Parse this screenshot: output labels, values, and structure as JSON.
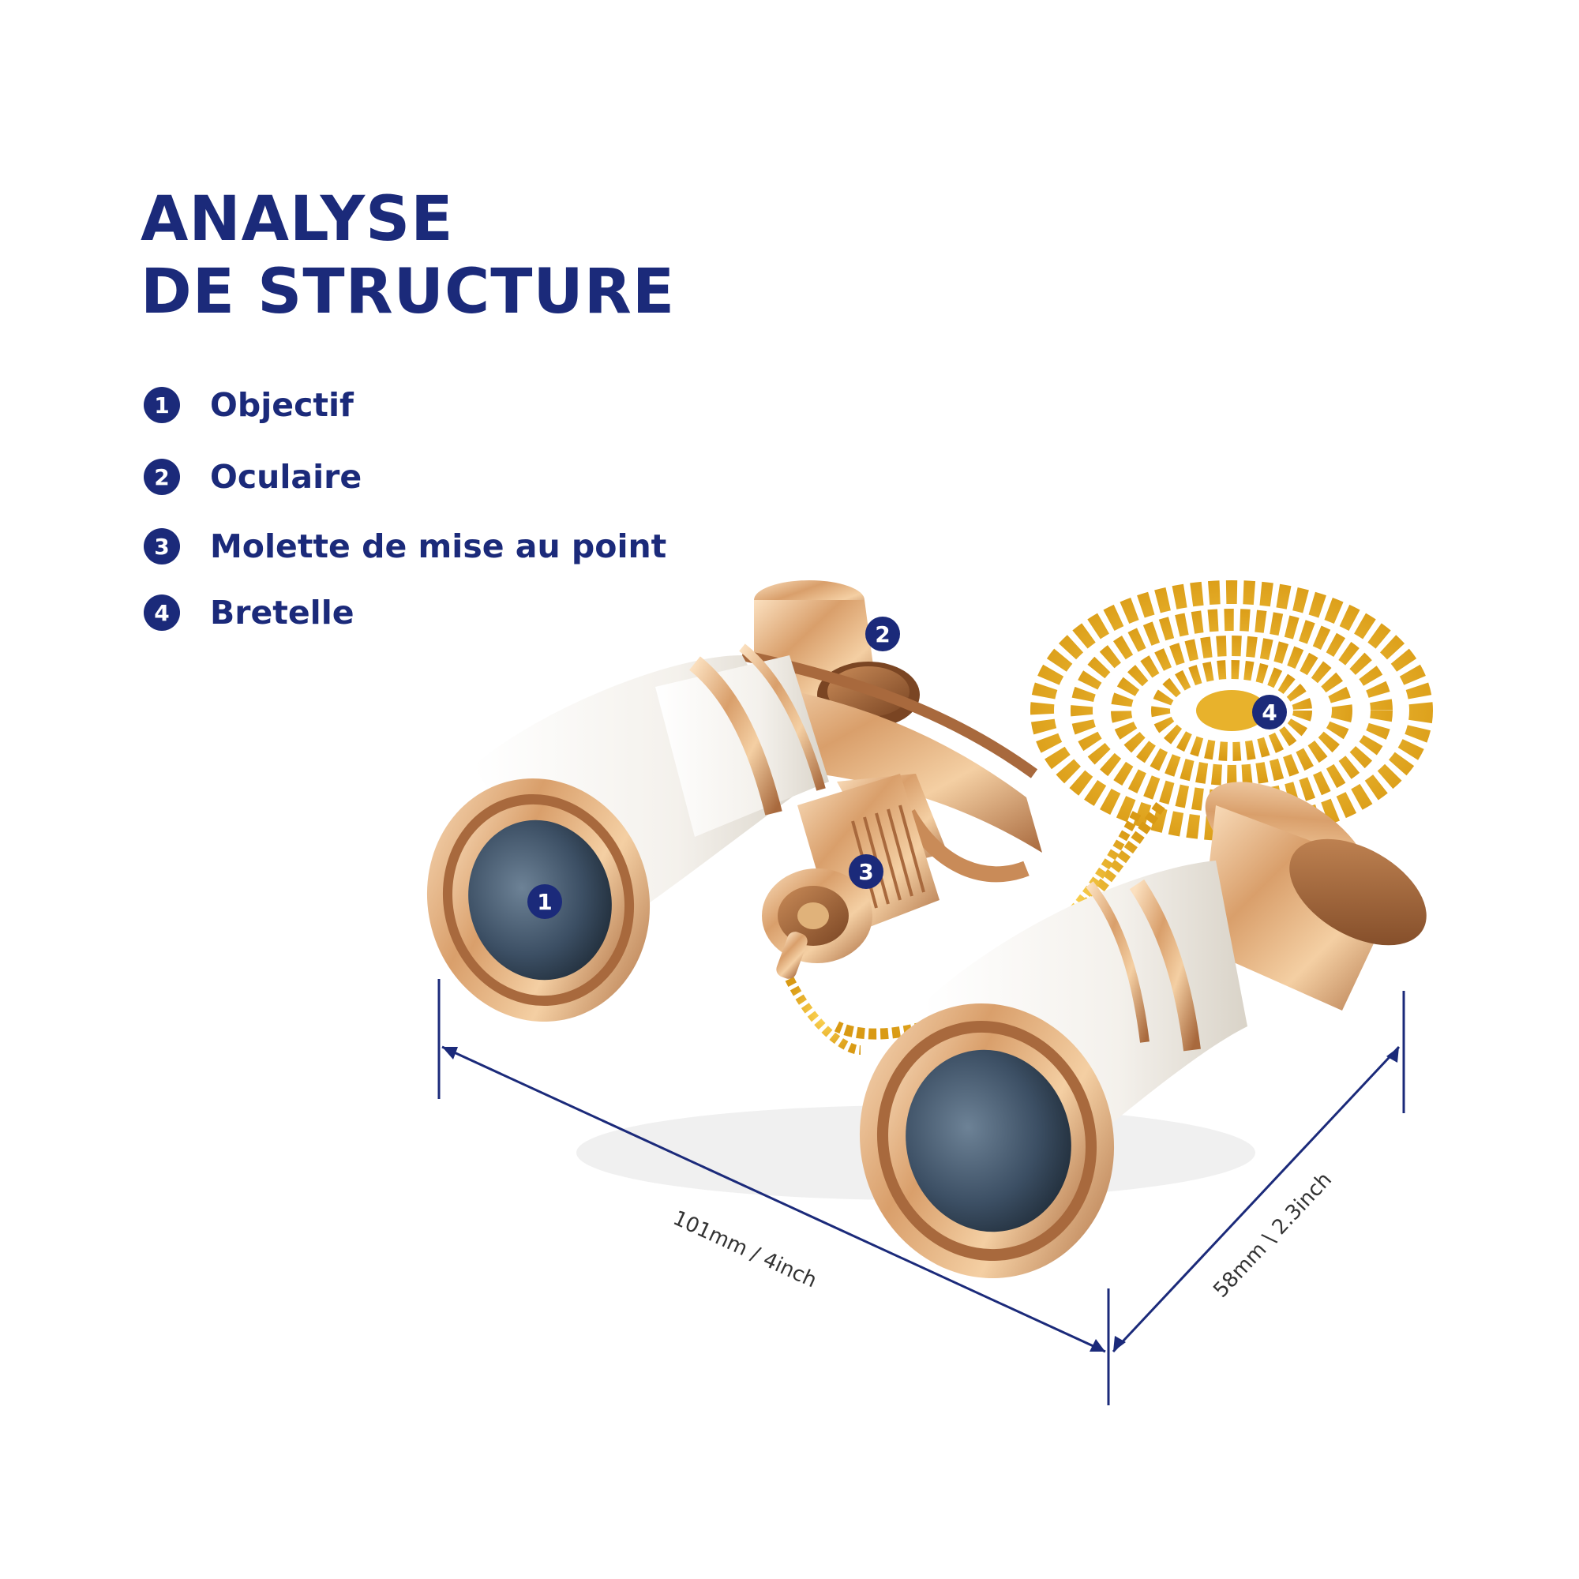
{
  "title": {
    "line1": "ANALYSE",
    "line2": "DE STRUCTURE"
  },
  "legend": [
    {
      "number": "1",
      "label": "Objectif"
    },
    {
      "number": "2",
      "label": "Oculaire"
    },
    {
      "number": "3",
      "label": "Molette de mise au point"
    },
    {
      "number": "4",
      "label": "Bretelle"
    }
  ],
  "callouts": {
    "objective": "1",
    "eyepiece": "2",
    "focus_wheel": "3",
    "strap": "4"
  },
  "dimensions": {
    "length": "101mm / 4inch",
    "depth": "58mm \\ 2.3inch"
  },
  "colors": {
    "navy": "#1b2a7a",
    "gold": "#d9a066",
    "pearl_white": "#f6f3ee",
    "lens_blue": "#3c4f64"
  }
}
